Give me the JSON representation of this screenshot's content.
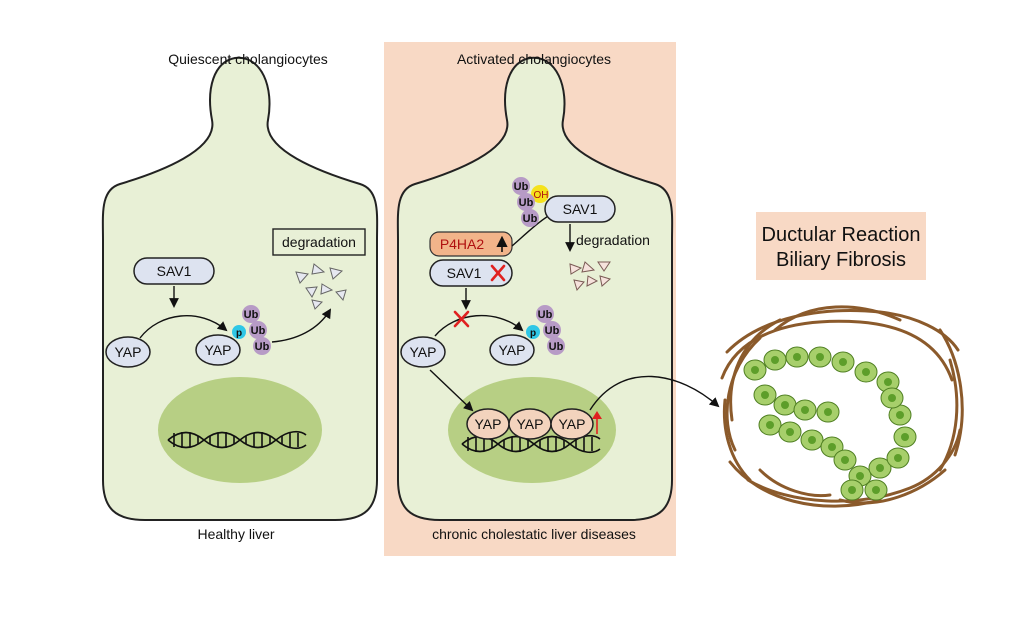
{
  "panels": {
    "left": {
      "title": "Quiescent cholangiocytes",
      "footer": "Healthy liver",
      "sav1": "SAV1",
      "yap_free": "YAP",
      "yap_bound": "YAP",
      "p": "p",
      "ub": [
        "Ub",
        "Ub",
        "Ub"
      ],
      "degradation": "degradation"
    },
    "right": {
      "title": "Activated cholangiocytes",
      "footer": "chronic cholestatic liver diseases",
      "p4ha2": "P4HA2",
      "sav1": "SAV1",
      "sav1_mod": "SAV1",
      "oh": "OH",
      "ub_top": [
        "Ub",
        "Ub",
        "Ub"
      ],
      "degradation": "degradation",
      "yap_free": "YAP",
      "yap_bound": "YAP",
      "p": "p",
      "ub": [
        "Ub",
        "Ub",
        "Ub"
      ],
      "nuclear_yap": [
        "YAP",
        "YAP",
        "YAP"
      ]
    }
  },
  "outcome": {
    "line1": "Ductular Reaction",
    "line2": "Biliary Fibrosis"
  },
  "colors": {
    "cell_fill": "#e8f0d6",
    "nucleus_fill": "#b7cf84",
    "panel_bg": "#f8d9c5",
    "sav1_fill": "#dde3f0",
    "ub_fill": "#b79bc6",
    "p_fill": "#2fc7e6",
    "p4ha2_fill": "#f2b48a",
    "nuc_yap_fill": "#f3d3bd",
    "red": "#e02020",
    "fibers": "#8b5a2b",
    "duct_cell": "#a7cf6b",
    "duct_nucleus": "#5d9e2a"
  }
}
